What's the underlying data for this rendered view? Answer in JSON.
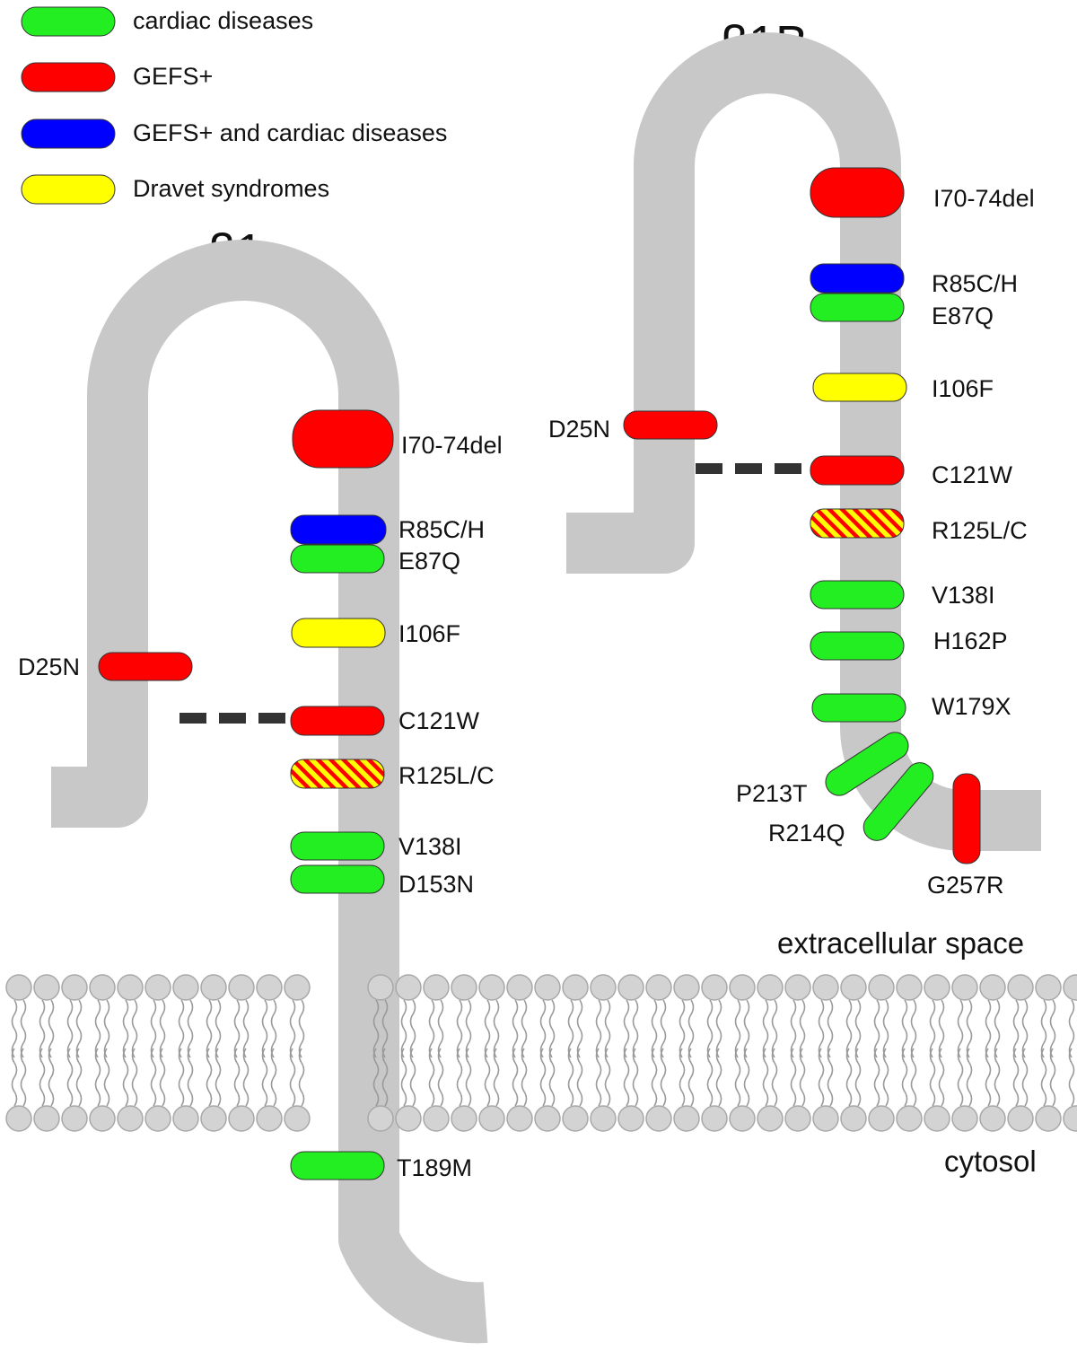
{
  "colors": {
    "cardiac": "#22ee22",
    "gefs": "#ff0000",
    "gefs_cardiac": "#0000ff",
    "dravet": "#ffff00",
    "protein": "#c8c8c8",
    "membrane": "#d3d3d3",
    "membrane_stroke": "#a8a8a8",
    "bridge": "#333333"
  },
  "legend": [
    {
      "key": "cardiac",
      "label": "cardiac diseases"
    },
    {
      "key": "gefs",
      "label": "GEFS+"
    },
    {
      "key": "gefs_cardiac",
      "label": "GEFS+ and cardiac diseases"
    },
    {
      "key": "dravet",
      "label": "Dravet syndromes"
    }
  ],
  "proteins": [
    {
      "id": "beta1",
      "title": "β1",
      "mutations": [
        {
          "label": "I70-74del",
          "key": "gefs"
        },
        {
          "label": "R85C/H",
          "key": "gefs_cardiac"
        },
        {
          "label": "E87Q",
          "key": "cardiac"
        },
        {
          "label": "I106F",
          "key": "dravet"
        },
        {
          "label": "D25N",
          "key": "gefs"
        },
        {
          "label": "C121W",
          "key": "gefs"
        },
        {
          "label": "R125L/C",
          "key": "gefs+dravet"
        },
        {
          "label": "V138I",
          "key": "cardiac"
        },
        {
          "label": "D153N",
          "key": "cardiac"
        },
        {
          "label": "T189M",
          "key": "cardiac"
        }
      ]
    },
    {
      "id": "beta1b",
      "title": "β1B",
      "mutations": [
        {
          "label": "I70-74del",
          "key": "gefs"
        },
        {
          "label": "R85C/H",
          "key": "gefs_cardiac"
        },
        {
          "label": "E87Q",
          "key": "cardiac"
        },
        {
          "label": "I106F",
          "key": "dravet"
        },
        {
          "label": "D25N",
          "key": "gefs"
        },
        {
          "label": "C121W",
          "key": "gefs"
        },
        {
          "label": "R125L/C",
          "key": "gefs+dravet"
        },
        {
          "label": "V138I",
          "key": "cardiac"
        },
        {
          "label": "H162P",
          "key": "cardiac"
        },
        {
          "label": "W179X",
          "key": "cardiac"
        },
        {
          "label": "P213T",
          "key": "cardiac"
        },
        {
          "label": "R214Q",
          "key": "cardiac"
        },
        {
          "label": "G257R",
          "key": "gefs"
        }
      ]
    }
  ],
  "regions": {
    "extracellular": "extracellular space",
    "cytosol": "cytosol"
  }
}
